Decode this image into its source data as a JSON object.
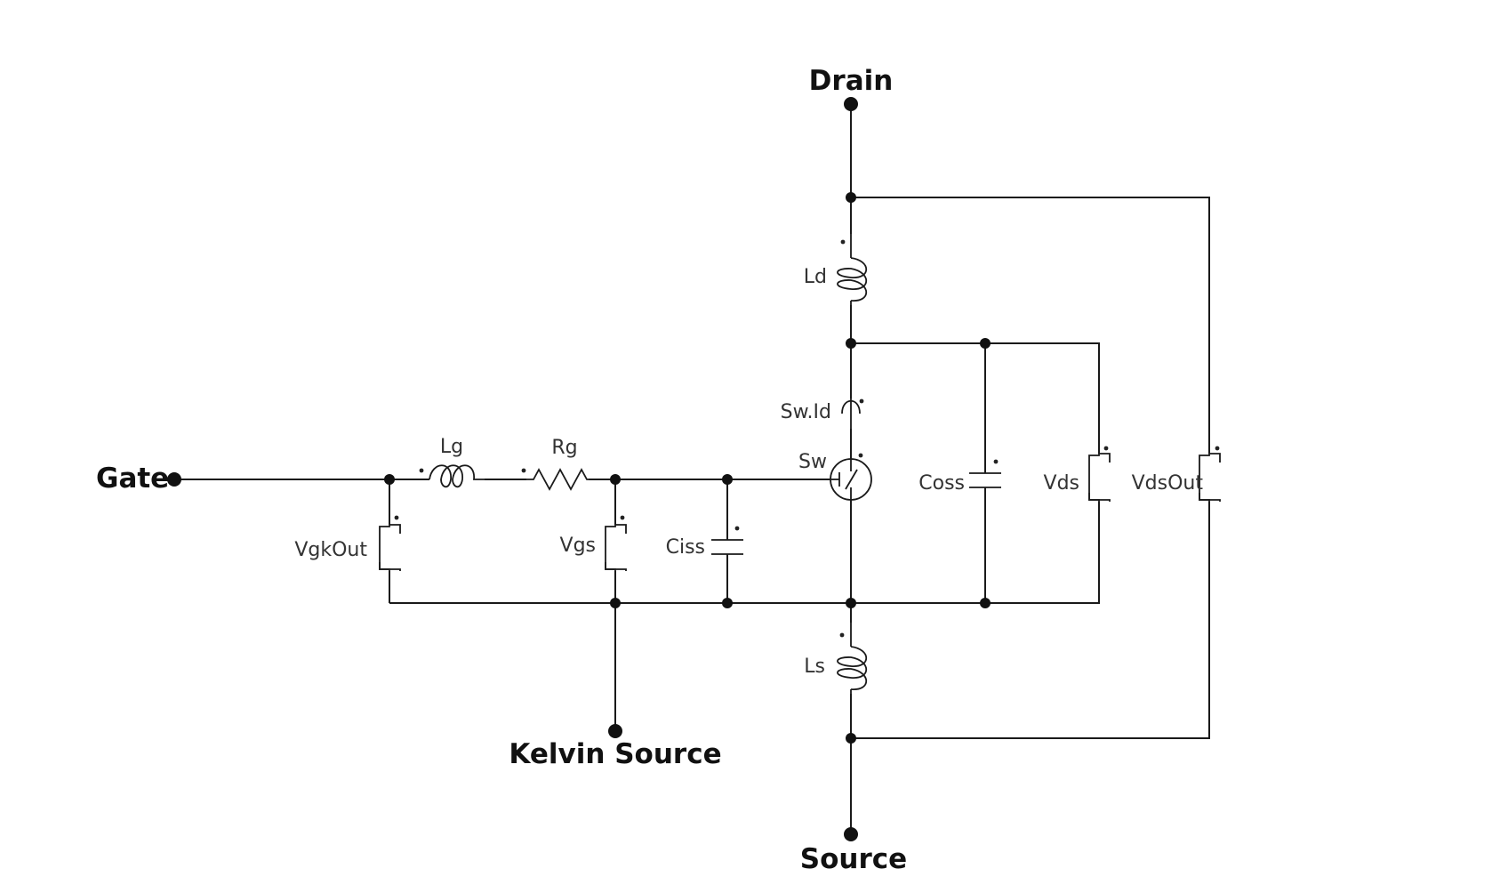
{
  "ports": {
    "drain": "Drain",
    "source": "Source",
    "gate": "Gate",
    "kelvin": "Kelvin Source"
  },
  "components": {
    "ld": "Ld",
    "ls": "Ls",
    "lg": "Lg",
    "rg": "Rg",
    "sw": "Sw",
    "sw_id": "Sw.Id",
    "ciss": "Ciss",
    "coss": "Coss",
    "vgs": "Vgs",
    "vgk_out": "VgkOut",
    "vds": "Vds",
    "vds_out": "VdsOut"
  }
}
